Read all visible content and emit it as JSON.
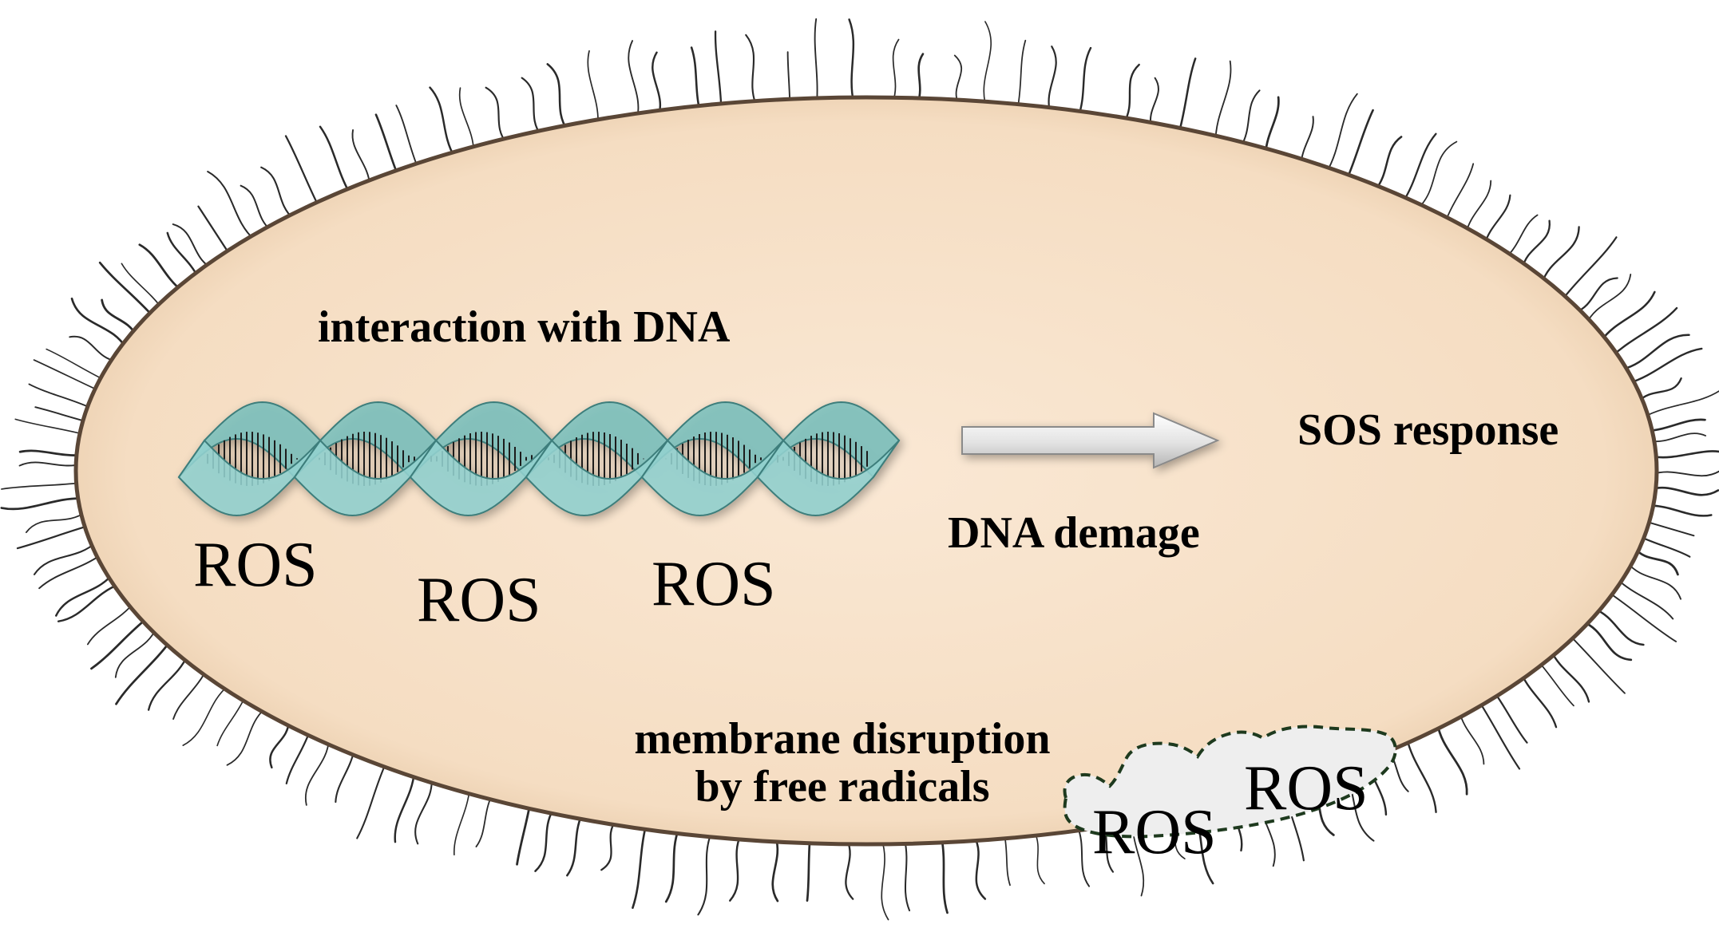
{
  "labels": {
    "interaction": "interaction with DNA",
    "sos": "SOS response",
    "dna_damage": "DNA demage",
    "membrane_line1": "membrane disruption",
    "membrane_line2": "by free radicals"
  },
  "ros_label": "ROS",
  "ros_labels": [
    "ROS",
    "ROS",
    "ROS",
    "ROS",
    "ROS"
  ],
  "colors": {
    "cell_fill": "#f7e3cc",
    "cell_edge": "#3a2d22",
    "pili": "#2a2a2a",
    "dna_ribbon": "#8fcfcc",
    "dna_ribbon_dark": "#5aa6a3",
    "base_pairs": "#1a1a1a",
    "arrow_fill": "#e6e6e6",
    "ros_blob": "#efefef",
    "ros_blob_edge": "#1e3a1e"
  },
  "icons": [
    "bacterial-cell-icon",
    "dna-double-helix-icon",
    "right-arrow-icon",
    "ros-cloud-icon"
  ]
}
